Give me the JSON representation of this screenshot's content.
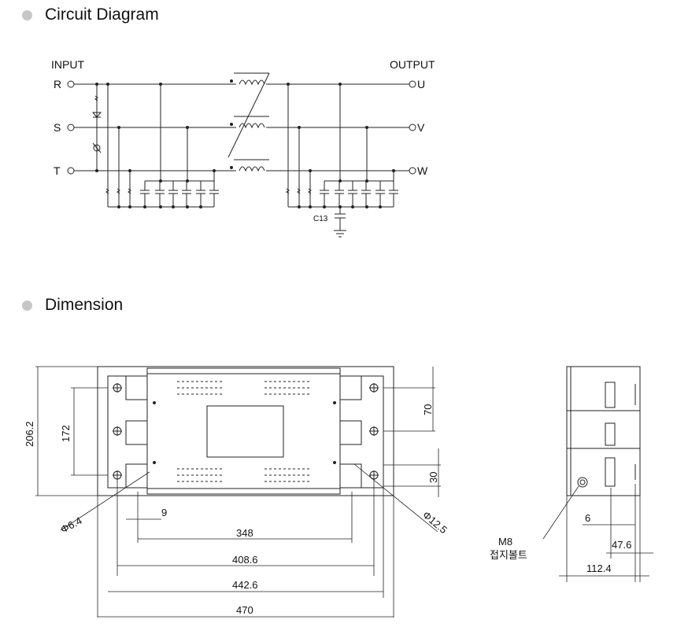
{
  "sections": {
    "circuit_title": "Circuit Diagram",
    "dimension_title": "Dimension"
  },
  "circuit": {
    "input_label": "INPUT",
    "output_label": "OUTPUT",
    "inputs": [
      "R",
      "S",
      "T"
    ],
    "outputs": [
      "U",
      "V",
      "W"
    ],
    "capacitor_label": "C13"
  },
  "dimensions": {
    "height_total": "206.2",
    "height_mount": "172",
    "pitch": "70",
    "bottom_offset": "30",
    "hole_small": "Φ6.4",
    "hole_large": "Φ12.5",
    "tab": "9",
    "width_348": "348",
    "width_408": "408.6",
    "width_442": "442.6",
    "width_470": "470",
    "side_6": "6",
    "side_47": "47.6",
    "side_112": "112.4",
    "bolt_label_1": "M8",
    "bolt_label_2": "접지볼트"
  }
}
